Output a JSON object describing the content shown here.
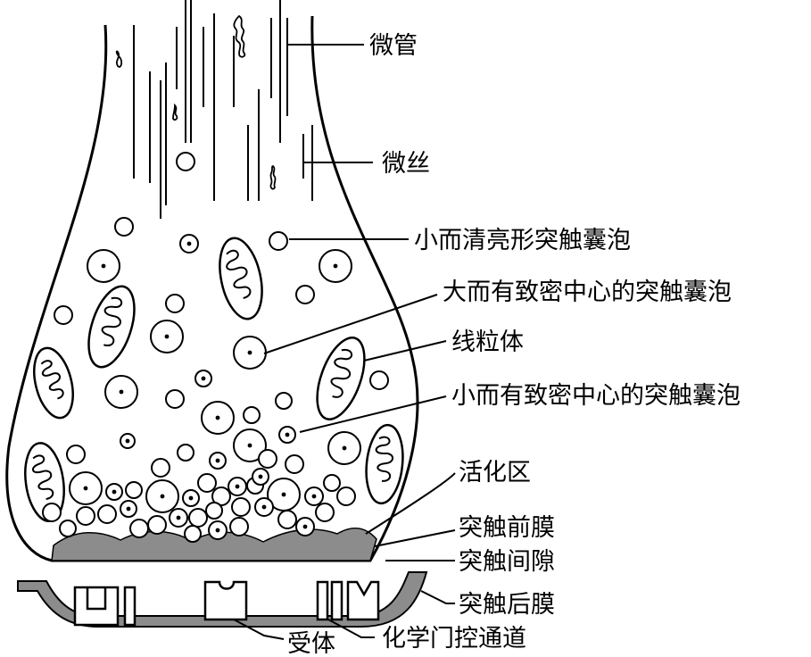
{
  "labels": {
    "microtubule": "微管",
    "microfilament": "微丝",
    "small_clear_vesicle": "小而清亮形突触囊泡",
    "large_dense_core_vesicle": "大而有致密中心的突触囊泡",
    "mitochondrion": "线粒体",
    "small_dense_core_vesicle": "小而有致密中心的突触囊泡",
    "active_zone": "活化区",
    "presynaptic_membrane": "突触前膜",
    "synaptic_cleft": "突触间隙",
    "postsynaptic_membrane": "突触后膜",
    "receptor": "受体",
    "ligand_gated_channel": "化学门控通道"
  },
  "colors": {
    "line": "#000000",
    "membrane_fill": "#8c8c8c",
    "background": "#ffffff"
  }
}
